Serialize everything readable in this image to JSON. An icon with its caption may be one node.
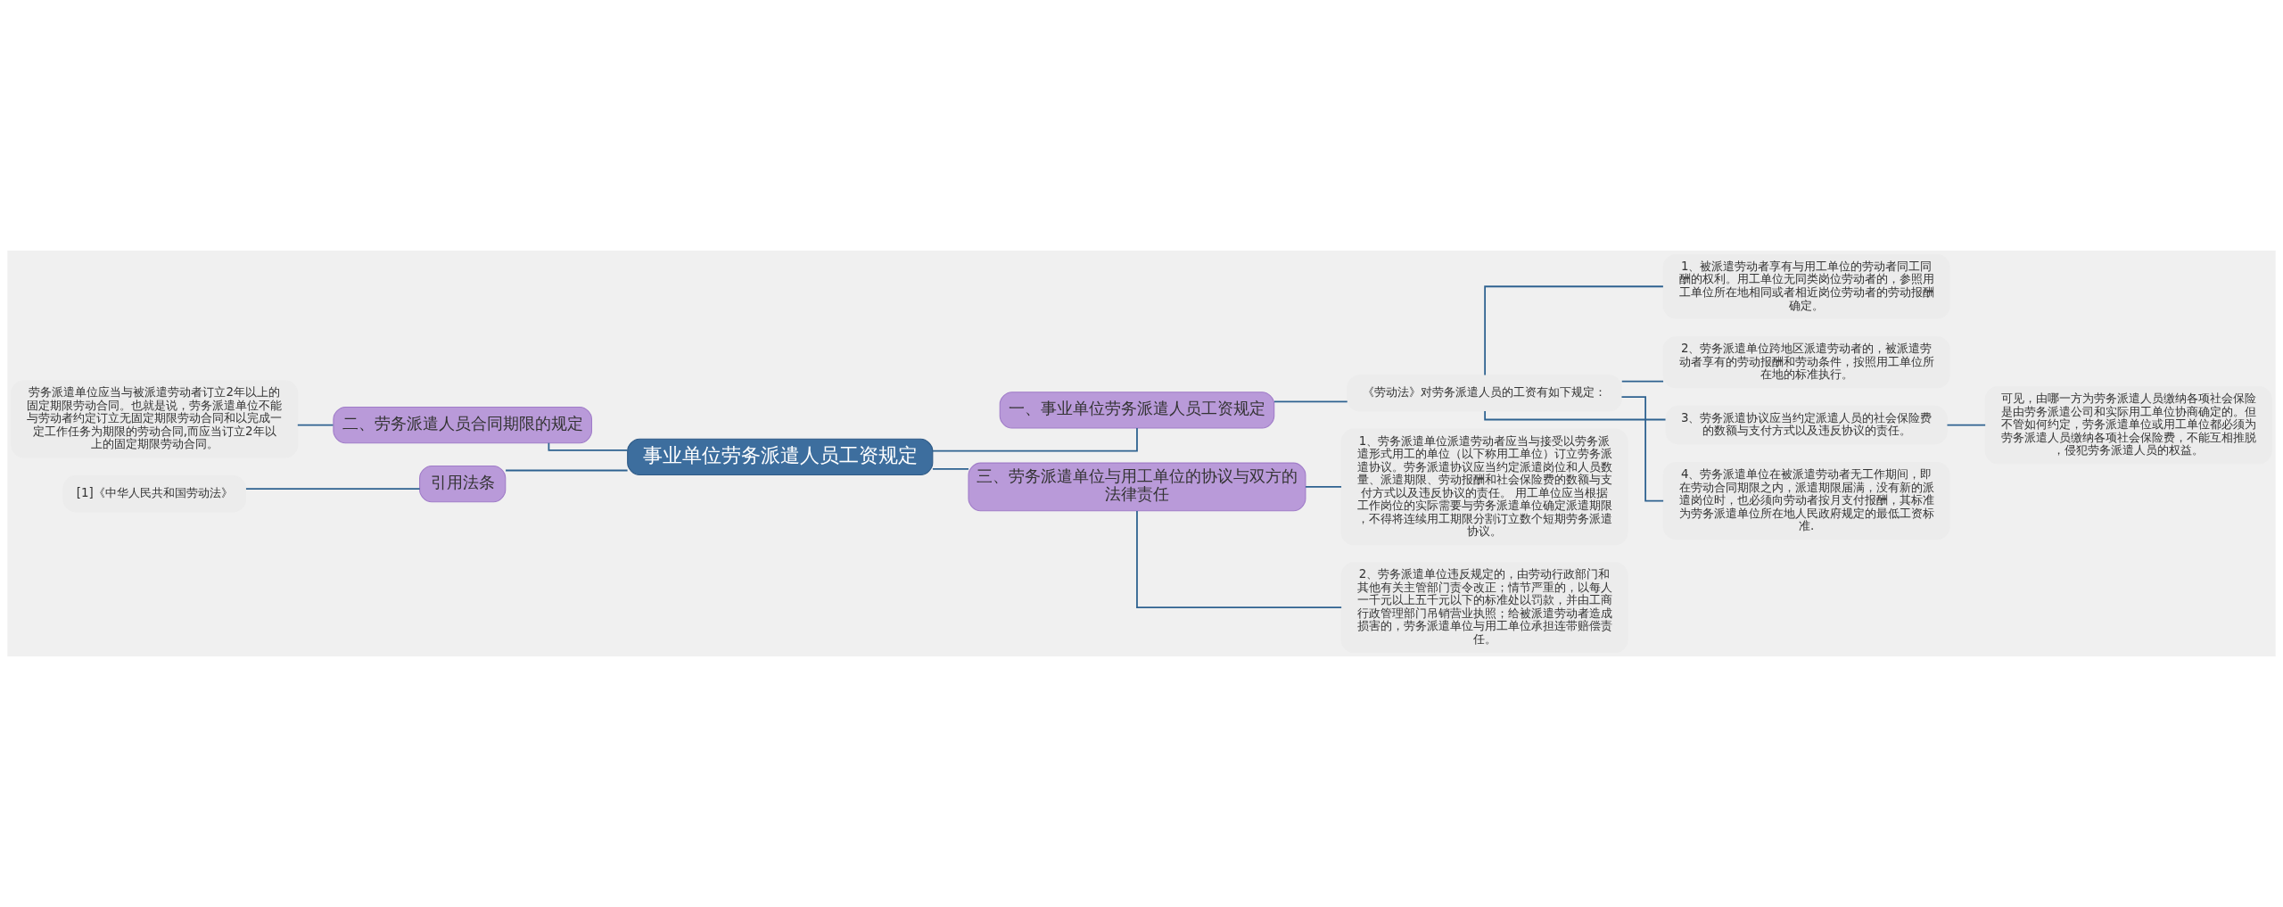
{
  "diagram": {
    "nodes": [
      {
        "text": [
          "事业单位劳务派遣人员工资规定"
        ]
      },
      {
        "text": [
          "一、事业单位劳务派遣人员工资规定"
        ]
      },
      {
        "text": [
          "《劳动法》对劳务派遣人员的工资有如下规定："
        ]
      },
      {
        "text": [
          "1、被派遣劳动者享有与用工单位的劳动者同工同酬的权利。用工单位无同类岗位劳动者的，参照用工单位所在地相同或者相近岗位劳动者的劳动报酬确定。"
        ]
      },
      {
        "text": [
          "2、劳务派遣单位跨地区派遣劳动者的，被派遣劳动者享有的劳动报酬和劳动条件，按照用工单位所在地的标准执行。"
        ]
      },
      {
        "text": [
          "3、劳务派遣协议应当约定派遣人员的社会保险费的数额与支付方式以及违反协议的责任。"
        ]
      },
      {
        "text": [
          "4、劳务派遣单位在被派遣劳动者无工作期间，即在劳动合同期限之内，派遣期限届满，没有新的派遣岗位时，也必须向劳动者按月支付报酬，其标准为劳务派遣单位所在地人民政府规定的最低工资标准."
        ]
      },
      {
        "text": [
          "可见，由哪一方为劳务派遣人员缴纳各项社会保险是由劳务派遣公司和实际用工单位协商确定的。但不管如何约定，劳务派遣单位或用工单位都必须为劳务派遣人员缴纳各项社会保险费，不能互相推脱，侵犯劳务派遣人员的权益。"
        ]
      },
      {
        "text": [
          "三、劳务派遣单位与用工单位的协议与双方的法律责任"
        ]
      },
      {
        "text": [
          "1、劳务派遣单位派遣劳动者应当与接受以劳务派遣形式用工的单位（以下称用工单位）订立劳务派遣协议。劳务派遣协议应当约定派遣岗位和人员数量、派遣期限、劳动报酬和社会保险费的数额与支付方式以及违反协议的责任。 用工单位应当根据工作岗位的实际需要与劳务派遣单位确定派遣期限，不得将连续用工期限分割订立数个短期劳务派遣协议。"
        ]
      },
      {
        "text": [
          "2、劳务派遣单位违反规定的，由劳动行政部门和其他有关主管部门责令改正；情节严重的，以每人一千元以上五千元以下的标准处以罚款，并由工商行政管理部门吊销营业执照；给被派遣劳动者造成损害的，劳务派遣单位与用工单位承担连带赔偿责任。"
        ]
      },
      {
        "text": [
          "二、劳务派遣人员合同期限的规定"
        ]
      },
      {
        "text": [
          "劳务派遣单位应当与被派遣劳动者订立2年以上的固定期限劳动合同。也就是说，劳务派遣单位不能与劳动者约定订立无固定期限劳动合同和以完成一定工作任务为期限的劳动合同,而应当订立2年以上的固定期限劳动合同。"
        ]
      },
      {
        "text": [
          "引用法条"
        ]
      },
      {
        "text": [
          "[1]《中华人民共和国劳动法》"
        ]
      }
    ],
    "edges": [
      {
        "from": 0,
        "to": 1,
        "arrow": "none"
      },
      {
        "from": 1,
        "to": 2,
        "arrow": "none"
      },
      {
        "from": 2,
        "to": 3,
        "arrow": "none"
      },
      {
        "from": 2,
        "to": 4,
        "arrow": "none"
      },
      {
        "from": 2,
        "to": 5,
        "arrow": "none"
      },
      {
        "from": 2,
        "to": 6,
        "arrow": "none"
      },
      {
        "from": 5,
        "to": 7,
        "arrow": "none"
      },
      {
        "from": 0,
        "to": 8,
        "arrow": "none"
      },
      {
        "from": 8,
        "to": 9,
        "arrow": "none"
      },
      {
        "from": 8,
        "to": 10,
        "arrow": "none"
      },
      {
        "from": 0,
        "to": 11,
        "arrow": "none"
      },
      {
        "from": 11,
        "to": 12,
        "arrow": "none"
      },
      {
        "from": 0,
        "to": 13,
        "arrow": "none"
      },
      {
        "from": 13,
        "to": 14,
        "arrow": "none"
      }
    ]
  }
}
